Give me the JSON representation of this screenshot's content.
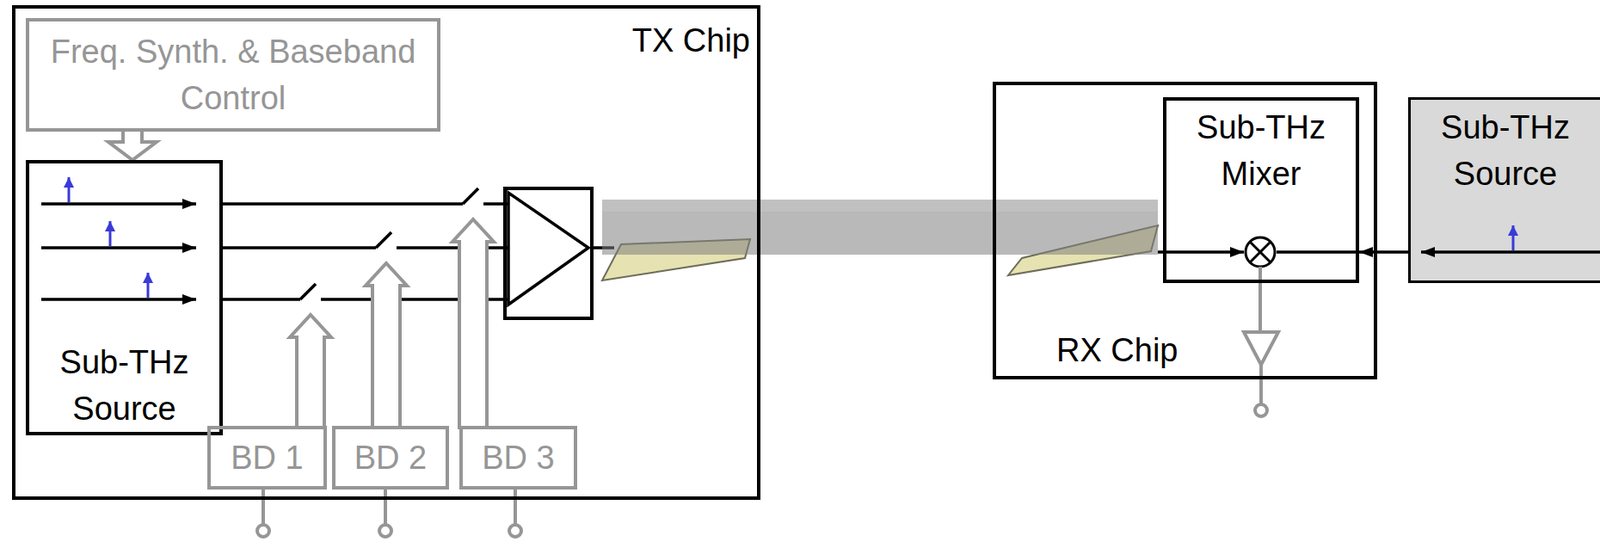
{
  "diagram": {
    "nodes": [
      {
        "text": [
          "TX Chip"
        ]
      },
      {
        "text": [
          "Freq. Synth. & Baseband Control"
        ],
        "in": 0
      },
      {
        "text": [
          "Sub-THz Source"
        ],
        "in": 0
      },
      {
        "text": [
          "BD 1"
        ],
        "in": 0
      },
      {
        "text": [
          "BD 2"
        ],
        "in": 0
      },
      {
        "text": [
          "BD 3"
        ],
        "in": 0
      },
      {
        "text": [
          "RX Chip"
        ]
      },
      {
        "text": [
          "Sub-THz Mixer"
        ],
        "in": 6
      },
      {
        "text": [
          "Sub-THz Source"
        ]
      }
    ],
    "edges": [
      {
        "from": 1,
        "to": 2,
        "arrow": "to"
      },
      {
        "from": 8,
        "to": 7,
        "arrow": "to"
      }
    ]
  }
}
